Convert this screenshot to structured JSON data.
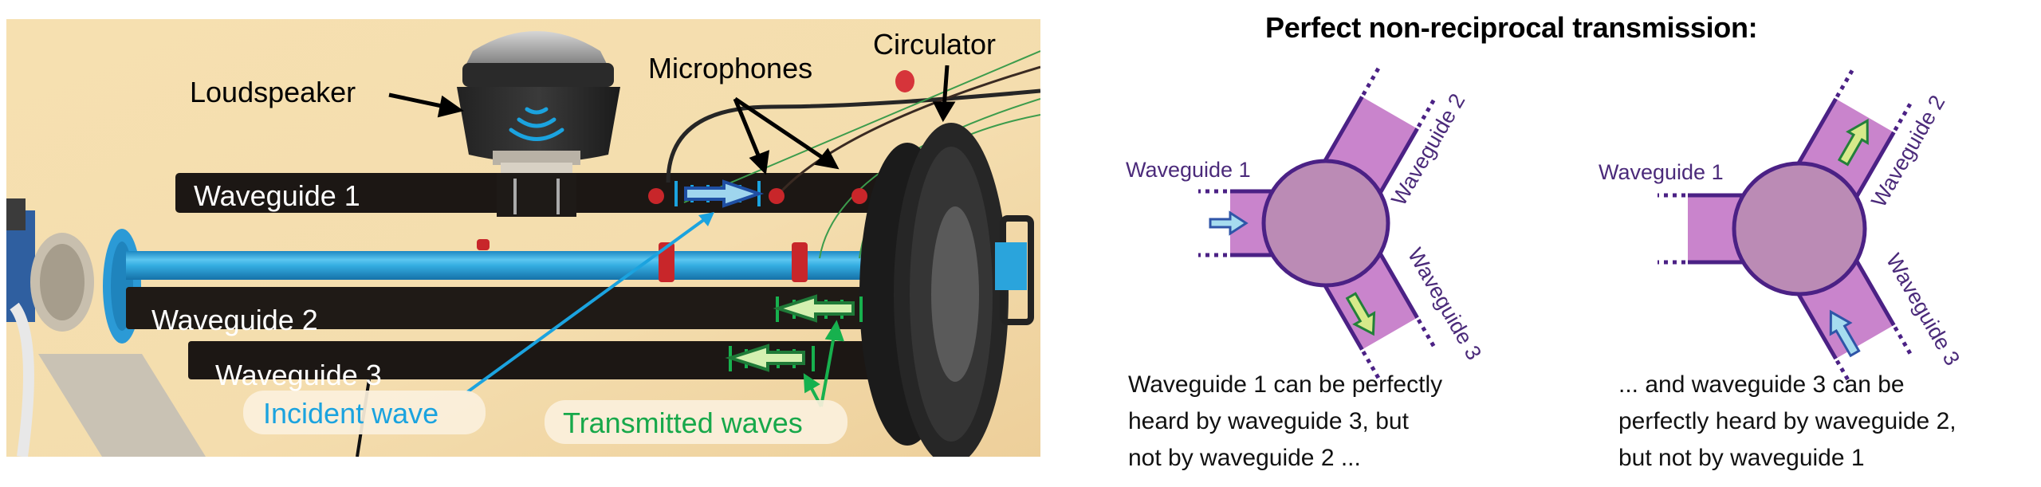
{
  "photo": {
    "labels": {
      "loudspeaker": "Loudspeaker",
      "microphones": "Microphones",
      "circulator": "Circulator",
      "waveguide_1": "Waveguide 1",
      "waveguide_2": "Waveguide 2",
      "waveguide_3": "Waveguide 3",
      "incident_wave": "Incident wave",
      "transmitted_waves": "Transmitted waves"
    },
    "colors": {
      "background": "#f3dcaa",
      "waveguide_bar": "#1c1714",
      "blue_tube": "#2aa4dc",
      "incident": "#1ba3df",
      "transmitted": "#17a84a",
      "mic_caps": "#c8262a"
    }
  },
  "diagram": {
    "title": "Perfect non-reciprocal transmission:",
    "left": {
      "labels": {
        "waveguide_1": "Waveguide 1",
        "waveguide_2": "Waveguide 2",
        "waveguide_3": "Waveguide 3"
      },
      "input_port": "Waveguide 1",
      "output_port": "Waveguide 3",
      "caption_lines": [
        "Waveguide 1 can be perfectly",
        "heard by waveguide 3, but",
        "not by waveguide 2 ..."
      ]
    },
    "right": {
      "labels": {
        "waveguide_1": "Waveguide 1",
        "waveguide_2": "Waveguide 2",
        "waveguide_3": "Waveguide 3"
      },
      "input_port": "Waveguide 3",
      "output_port": "Waveguide 2",
      "caption_lines": [
        "... and waveguide 3 can be",
        "perfectly heard by waveguide 2,",
        "but not by waveguide 1"
      ]
    },
    "colors": {
      "port_fill": "#c984cc",
      "circle_fill": "#bb8bb5",
      "outline": "#4b2185",
      "text": "#4b2a7a",
      "input_arrow_fill": "#a6dcef",
      "input_arrow_stroke": "#2f55a8",
      "output_arrow_fill": "#d7ea8a",
      "output_arrow_stroke": "#23803a"
    }
  }
}
